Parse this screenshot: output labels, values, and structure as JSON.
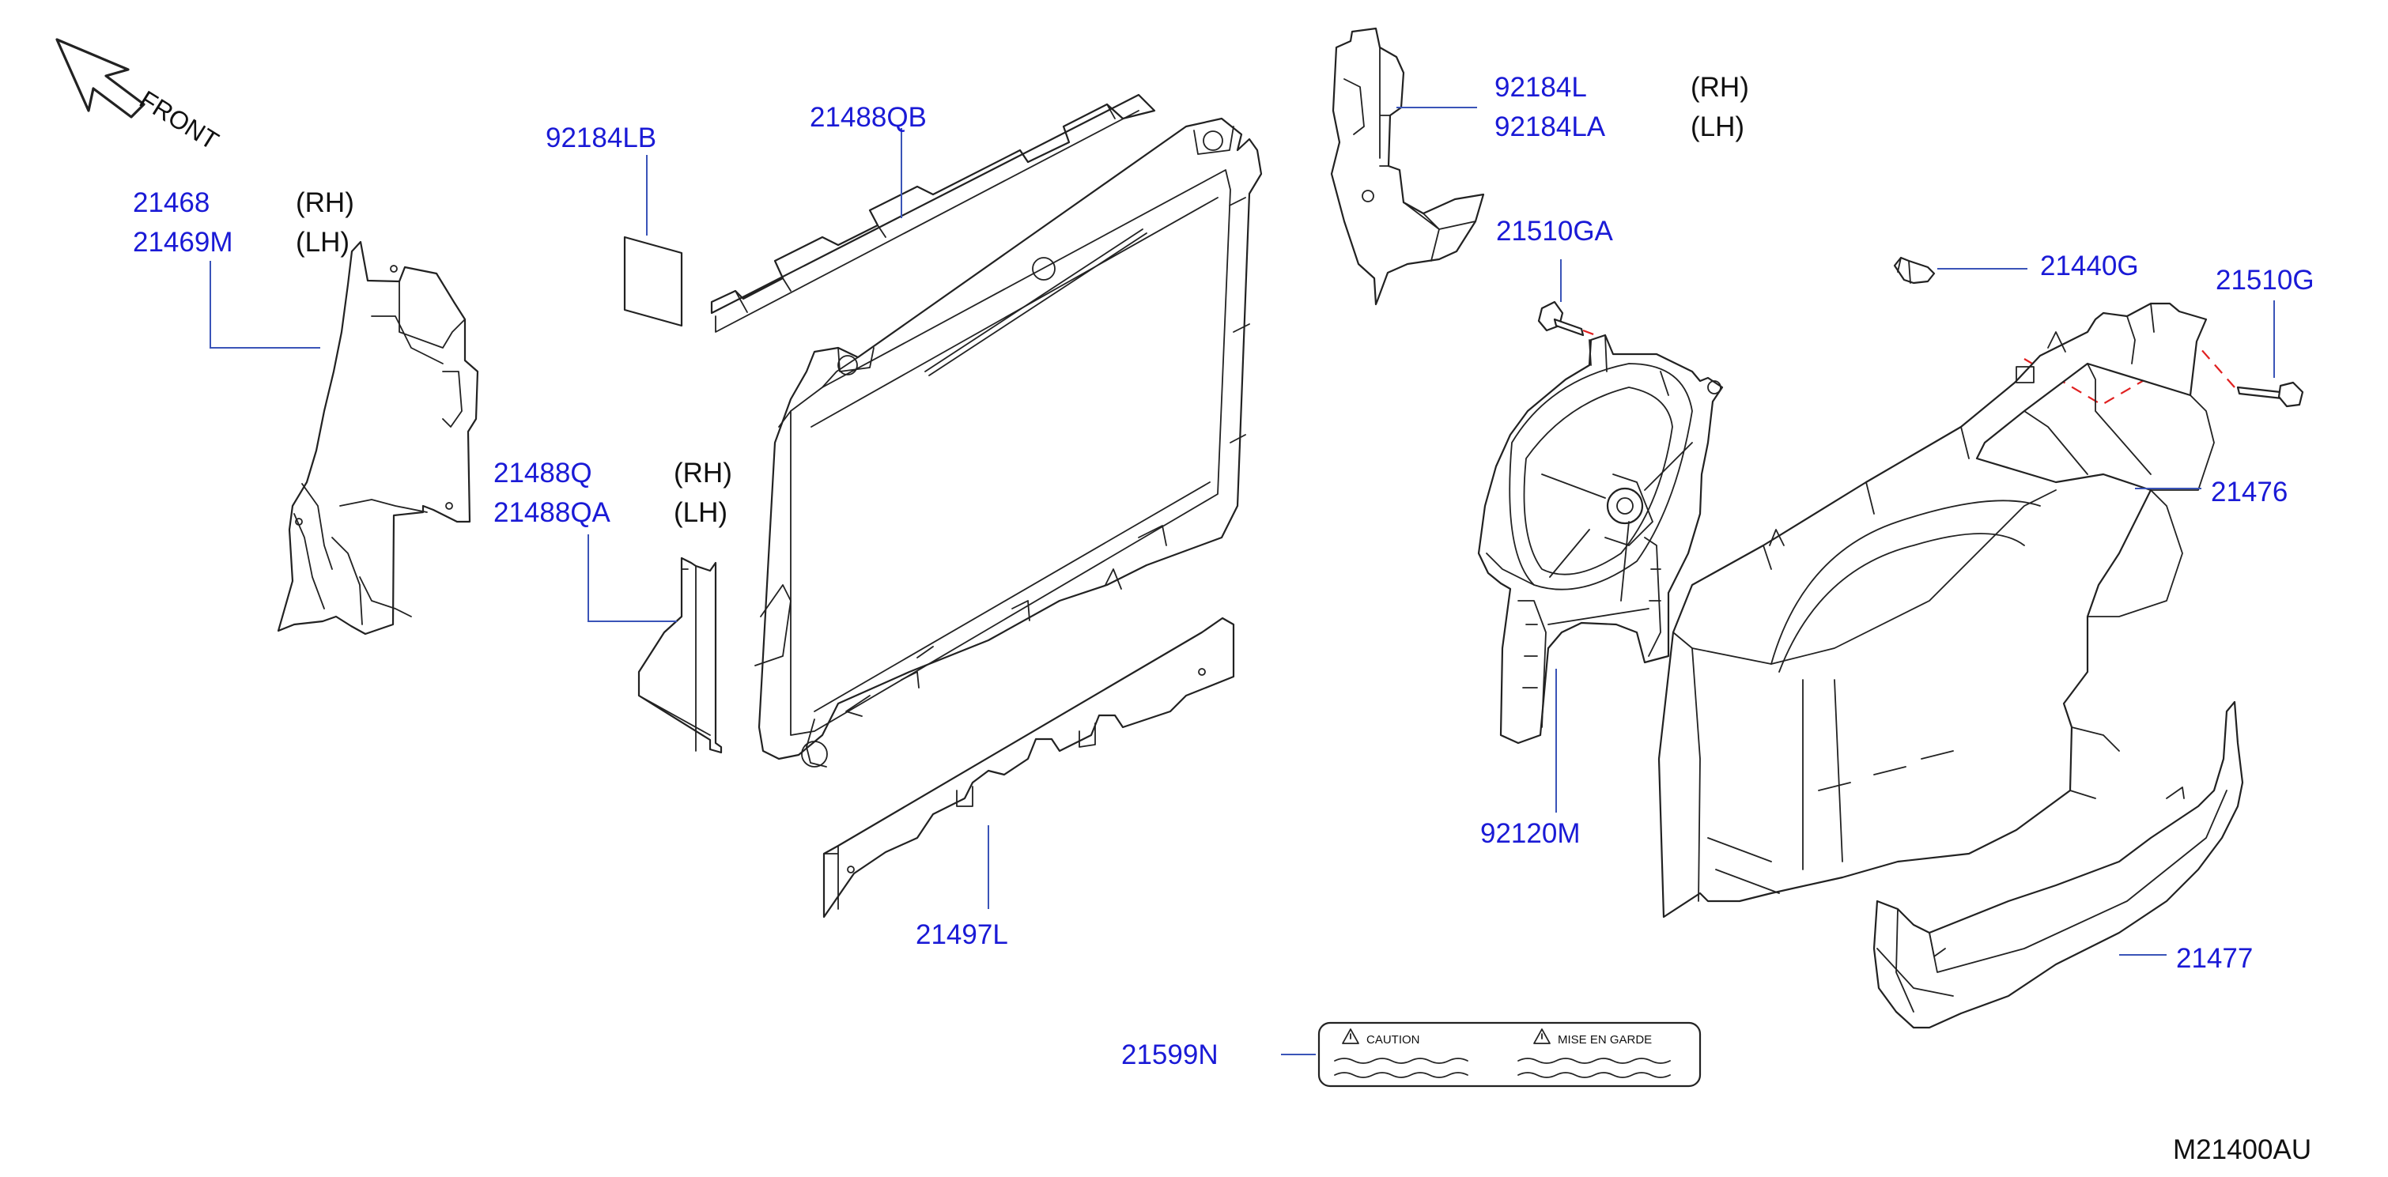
{
  "diagram": {
    "front_label": "FRONT",
    "diagram_code": "M21400AU",
    "colors": {
      "part_number": "#1a1ad6",
      "side_label": "#111111",
      "leader": "#3a54b8",
      "dashed_path": "#e02020"
    },
    "parts": {
      "p21468": {
        "number": "21468",
        "side": "(RH)"
      },
      "p21469m": {
        "number": "21469M",
        "side": "(LH)"
      },
      "p92184lb": {
        "number": "92184LB"
      },
      "p21488qb": {
        "number": "21488QB"
      },
      "p21488q": {
        "number": "21488Q",
        "side": "(RH)"
      },
      "p21488qa": {
        "number": "21488QA",
        "side": "(LH)"
      },
      "p92184l": {
        "number": "92184L",
        "side": "(RH)"
      },
      "p92184la": {
        "number": "92184LA",
        "side": "(LH)"
      },
      "p21510ga": {
        "number": "21510GA"
      },
      "p21440g": {
        "number": "21440G"
      },
      "p21510g": {
        "number": "21510G"
      },
      "p21476": {
        "number": "21476"
      },
      "p92120m": {
        "number": "92120M"
      },
      "p21497l": {
        "number": "21497L"
      },
      "p21477": {
        "number": "21477"
      },
      "p21599n": {
        "number": "21599N"
      }
    },
    "caution_label": {
      "left_heading": "CAUTION",
      "right_heading": "MISE EN GARDE"
    }
  }
}
